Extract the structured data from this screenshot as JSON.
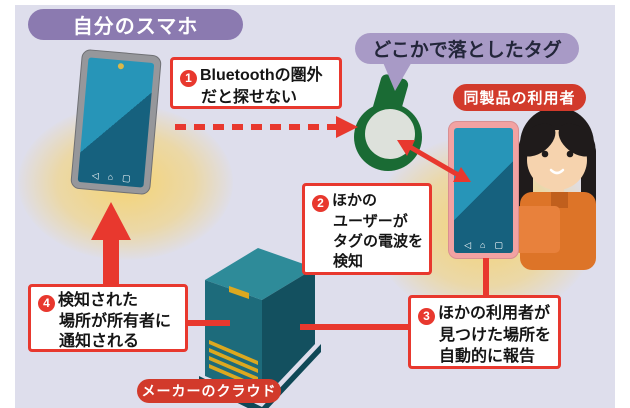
{
  "labels": {
    "my_phone": "自分のスマホ",
    "dropped_tag": "どこかで落としたタグ",
    "same_product_user": "同製品の利用者",
    "maker_cloud": "メーカーのクラウド"
  },
  "callouts": {
    "c1": {
      "number": "1",
      "line1": "Bluetoothの圏外",
      "line2": "だと探せない"
    },
    "c2": {
      "number": "2",
      "line1": "ほかの",
      "line2": "ユーザーが",
      "line3": "タグの電波を",
      "line4": "検知"
    },
    "c3": {
      "number": "3",
      "line1": "ほかの利用者が",
      "line2": "見つけた場所を",
      "line3": "自動的に報告"
    },
    "c4": {
      "number": "4",
      "line1": "検知された",
      "line2": "場所が所有者に",
      "line3": "通知される"
    }
  },
  "phone_nav_icons": {
    "back": "◁",
    "home": "⌂",
    "recent": "▢"
  },
  "colors": {
    "background_panel": "#dedeec",
    "red_accent": "#e8382e",
    "red_pill": "#d23a2b",
    "purple_pill": "#8b7ab0",
    "purple_bubble": "#a89ac6",
    "tag_green": "#1a6b34",
    "screen_teal_light": "#2795b8",
    "screen_teal_dark": "#16617e",
    "glow_yellow": "#f6d36e"
  }
}
